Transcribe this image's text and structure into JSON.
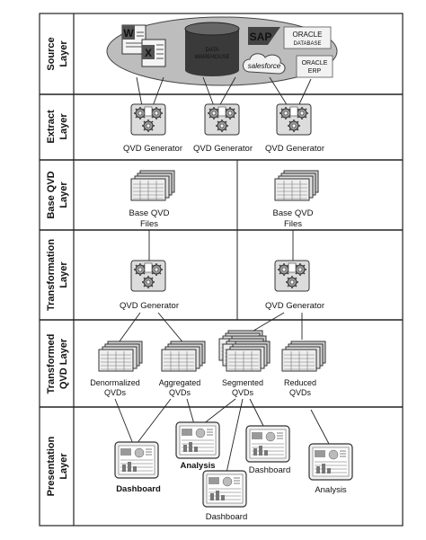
{
  "layers": [
    {
      "line1": "Source",
      "line2": "Layer"
    },
    {
      "line1": "Extract",
      "line2": "Layer"
    },
    {
      "line1": "Base QVD",
      "line2": "Layer"
    },
    {
      "line1": "Transformation",
      "line2": "Layer"
    },
    {
      "line1": "Transformed",
      "line2": "QVD Layer"
    },
    {
      "line1": "Presentation",
      "line2": "Layer"
    }
  ],
  "sources": {
    "warehouse_line1": "DATA",
    "warehouse_line2": "WAREHOUSE",
    "sap": "SAP",
    "oracle_db_line1": "ORACLE",
    "oracle_db_line2": "DATABASE",
    "salesforce": "salesforce",
    "oracle_erp_line1": "ORACLE",
    "oracle_erp_line2": "ERP"
  },
  "extract": {
    "gen1": "QVD Generator",
    "gen2": "QVD Generator",
    "gen3": "QVD Generator"
  },
  "base": {
    "files1_line1": "Base QVD",
    "files1_line2": "Files",
    "files2_line1": "Base QVD",
    "files2_line2": "Files"
  },
  "transform": {
    "gen1": "QVD Generator",
    "gen2": "QVD Generator"
  },
  "transformed": {
    "denorm_line1": "Denormalized",
    "denorm_line2": "QVDs",
    "agg_line1": "Aggregated",
    "agg_line2": "QVDs",
    "seg_line1": "Segmented",
    "seg_line2": "QVDs",
    "red_line1": "Reduced",
    "red_line2": "QVDs"
  },
  "presentation": {
    "dashboard1": "Dashboard",
    "analysis1": "Analysis",
    "dashboard2": "Dashboard",
    "dashboard3": "Dashboard",
    "analysis2": "Analysis"
  }
}
